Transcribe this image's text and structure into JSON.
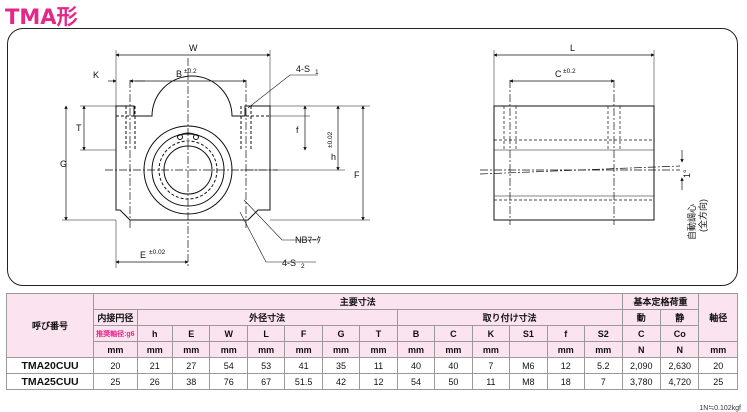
{
  "title": "TMA形",
  "drawing": {
    "front_labels": {
      "W": "W",
      "B": "B",
      "B_tol": "±0.2",
      "K": "K",
      "S1": "4-S",
      "S1_sub": "1",
      "T": "T",
      "f": "f",
      "h": "h",
      "h_tol": "±0.02",
      "G": "G",
      "F": "F",
      "E": "E",
      "E_tol": "±0.02",
      "NB": "NBﾏｰｸ",
      "S2": "4-S",
      "S2_sub": "2"
    },
    "side_labels": {
      "L": "L",
      "C": "C",
      "C_tol": "±0.2",
      "angle": "1°",
      "self_align": "自動調心",
      "self_align_note": "(全方向)"
    }
  },
  "table": {
    "model_header": "呼び番号",
    "main_dims": "主要寸法",
    "inner_dia": "内接円径",
    "rec_shaft": "推奨軸径:g6",
    "outer_dims": "外径寸法",
    "mount_dims": "取り付け寸法",
    "basic_load": "基本定格荷重",
    "dynamic": "動",
    "static": "静",
    "shaft_dia": "軸径",
    "cols": [
      "h",
      "E",
      "W",
      "L",
      "F",
      "G",
      "T",
      "B",
      "C",
      "K",
      "S1",
      "f",
      "S2",
      "C",
      "Co"
    ],
    "units": [
      "mm",
      "mm",
      "mm",
      "mm",
      "mm",
      "mm",
      "mm",
      "mm",
      "mm",
      "mm",
      "mm",
      "",
      "mm",
      "mm",
      "N",
      "N",
      "mm"
    ],
    "rows": [
      {
        "model": "TMA20CUU",
        "values": [
          "20",
          "21",
          "27",
          "54",
          "53",
          "41",
          "35",
          "11",
          "40",
          "40",
          "7",
          "M6",
          "12",
          "5.2",
          "2,090",
          "2,630",
          "20"
        ]
      },
      {
        "model": "TMA25CUU",
        "values": [
          "25",
          "26",
          "38",
          "76",
          "67",
          "51.5",
          "42",
          "12",
          "54",
          "50",
          "11",
          "M8",
          "18",
          "7",
          "3,780",
          "4,720",
          "25"
        ]
      }
    ]
  },
  "footnote": "1N≒0.102kgf"
}
